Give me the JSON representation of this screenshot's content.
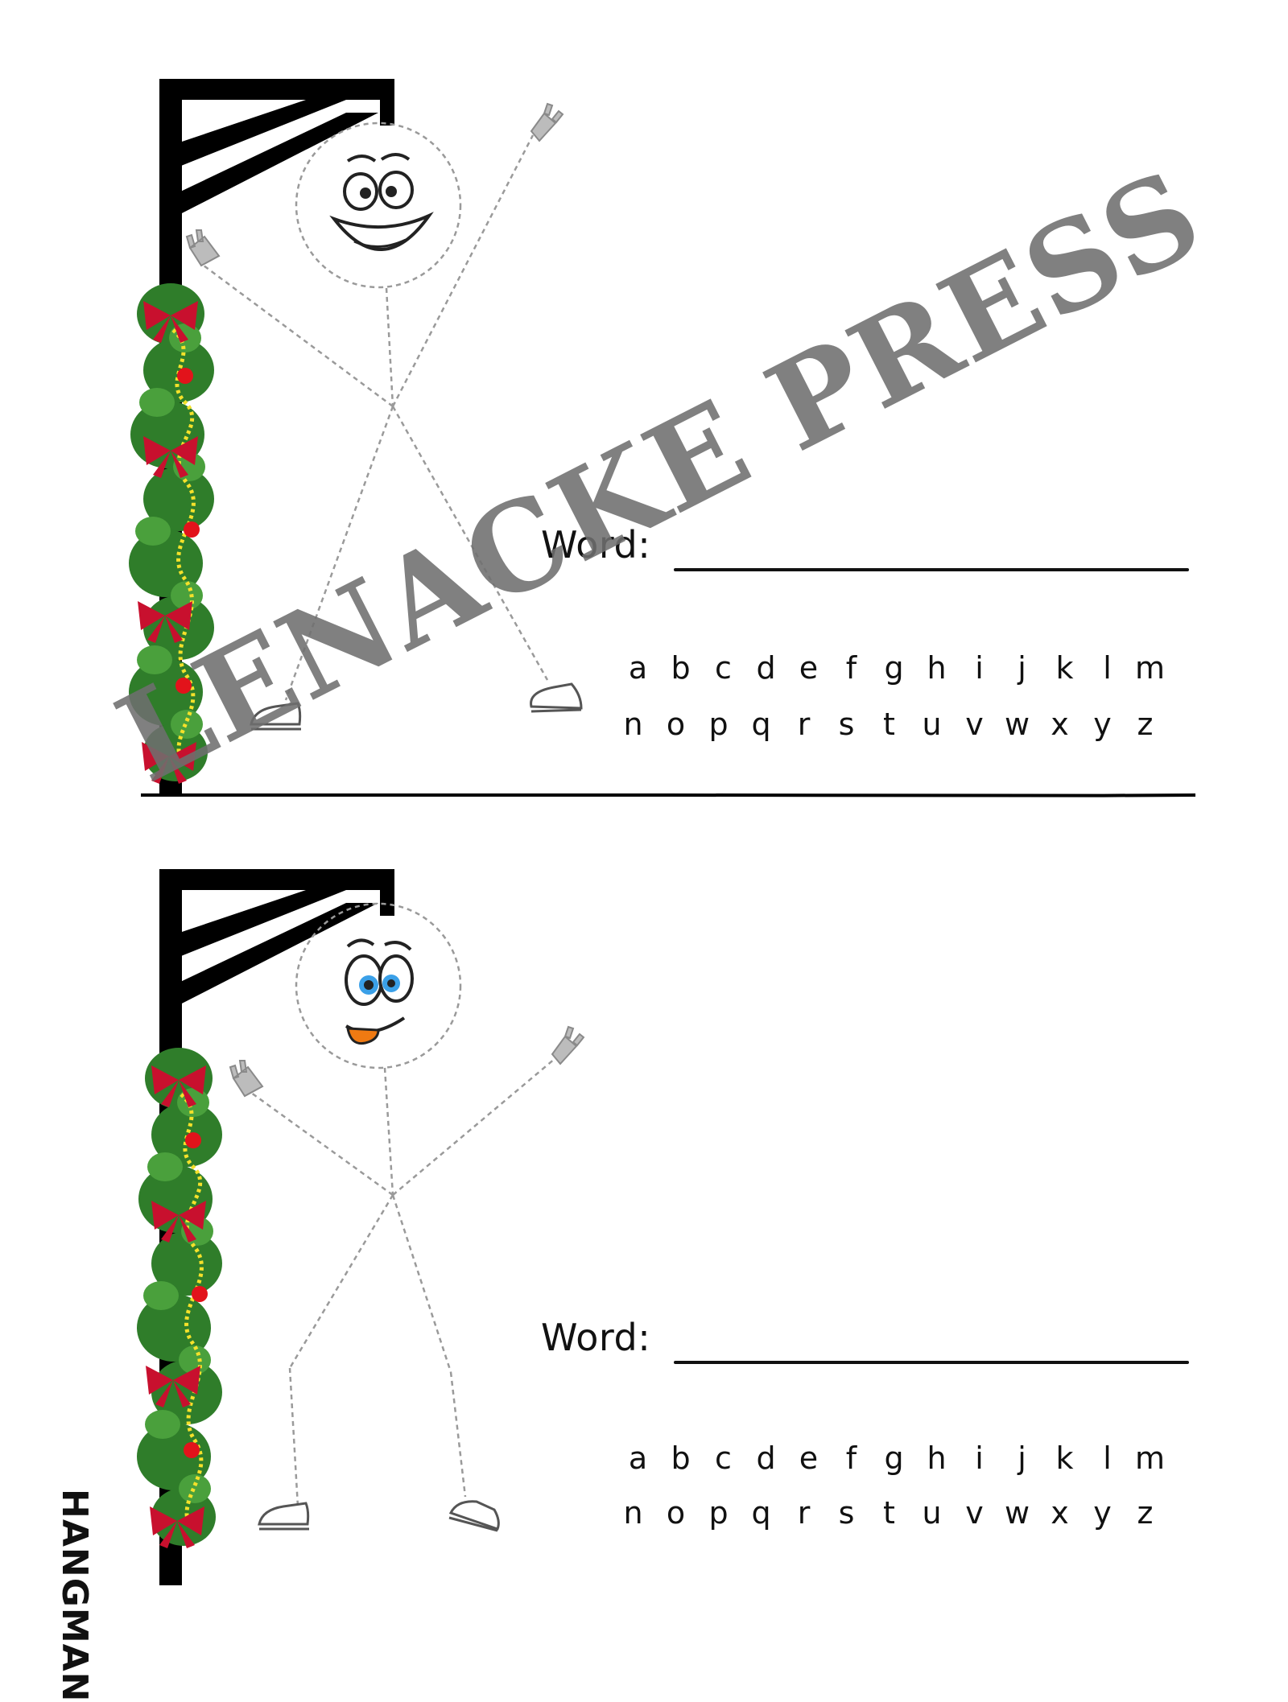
{
  "side_label": "HANGMAN",
  "watermark": "LENACKE PRESS",
  "panels": [
    {
      "word_label": "Word:",
      "alphabet_row1": [
        "a",
        "b",
        "c",
        "d",
        "e",
        "f",
        "g",
        "h",
        "i",
        "j",
        "k",
        "l",
        "m"
      ],
      "alphabet_row2": [
        "n",
        "o",
        "p",
        "q",
        "r",
        "s",
        "t",
        "u",
        "v",
        "w",
        "x",
        "y",
        "z"
      ],
      "face_icon": "grinning-face-icon"
    },
    {
      "word_label": "Word:",
      "alphabet_row1": [
        "a",
        "b",
        "c",
        "d",
        "e",
        "f",
        "g",
        "h",
        "i",
        "j",
        "k",
        "l",
        "m"
      ],
      "alphabet_row2": [
        "n",
        "o",
        "p",
        "q",
        "r",
        "s",
        "t",
        "u",
        "v",
        "w",
        "x",
        "y",
        "z"
      ],
      "face_icon": "tongue-out-face-icon"
    }
  ],
  "colors": {
    "gallows": "#000000",
    "figure_stroke": "#9a9a9a",
    "garland_green": "#2f7d2a",
    "bow_red": "#c8102e",
    "ornament_red": "#e2131b",
    "bead_gold": "#f4e12a",
    "eye_blue": "#3aa0e8",
    "tongue_orange": "#f07a12",
    "watermark": "#6e6e6e"
  }
}
